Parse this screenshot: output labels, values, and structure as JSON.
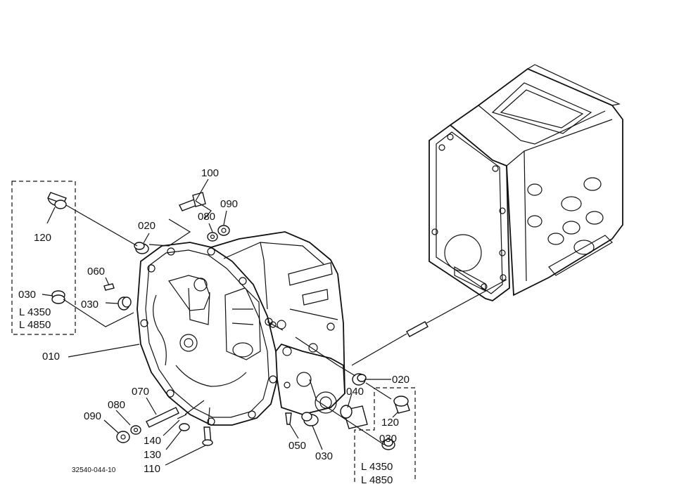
{
  "drawing_code": "32540-044-10",
  "labels": {
    "p100": "100",
    "p080_top": "080",
    "p090_top": "090",
    "p020_top": "020",
    "p120_left": "120",
    "p060": "060",
    "p030_box": "030",
    "p030_mid": "030",
    "l4350_left": "L 4350",
    "l4850_left": "L 4850",
    "p010": "010",
    "p070": "070",
    "p080_bot": "080",
    "p090_bot": "090",
    "p140": "140",
    "p130": "130",
    "p110": "110",
    "p050": "050",
    "p030_bot": "030",
    "p040": "040",
    "p020_right": "020",
    "p120_right": "120",
    "p030_right": "030",
    "l4350_right": "L 4350",
    "l4850_right": "L 4850"
  }
}
